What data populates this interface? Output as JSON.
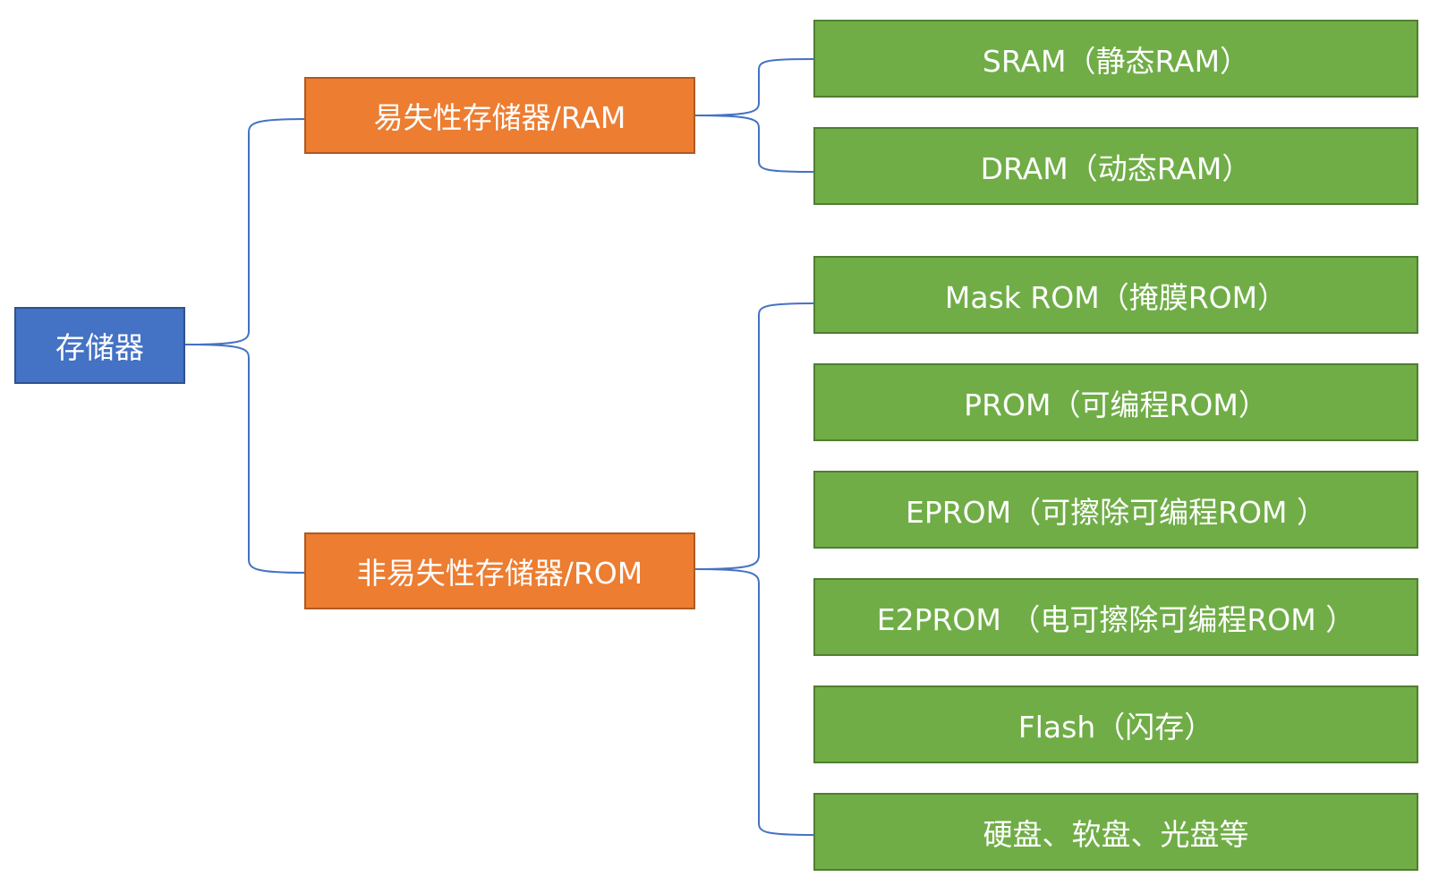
{
  "root": {
    "label": "存储器"
  },
  "branches": [
    {
      "label": "易失性存储器/RAM",
      "children": [
        "SRAM（静态RAM）",
        "DRAM（动态RAM）"
      ]
    },
    {
      "label": "非易失性存储器/ROM",
      "children": [
        "Mask ROM（掩膜ROM）",
        "PROM（可编程ROM）",
        "EPROM（可擦除可编程ROM ）",
        "E2PROM （电可擦除可编程ROM ）",
        "Flash（闪存）",
        "硬盘、软盘、光盘等"
      ]
    }
  ],
  "colors": {
    "root_fill": "#4472c4",
    "branch_fill": "#ed7d31",
    "leaf_fill": "#70ad47",
    "connector": "#4472c4"
  }
}
